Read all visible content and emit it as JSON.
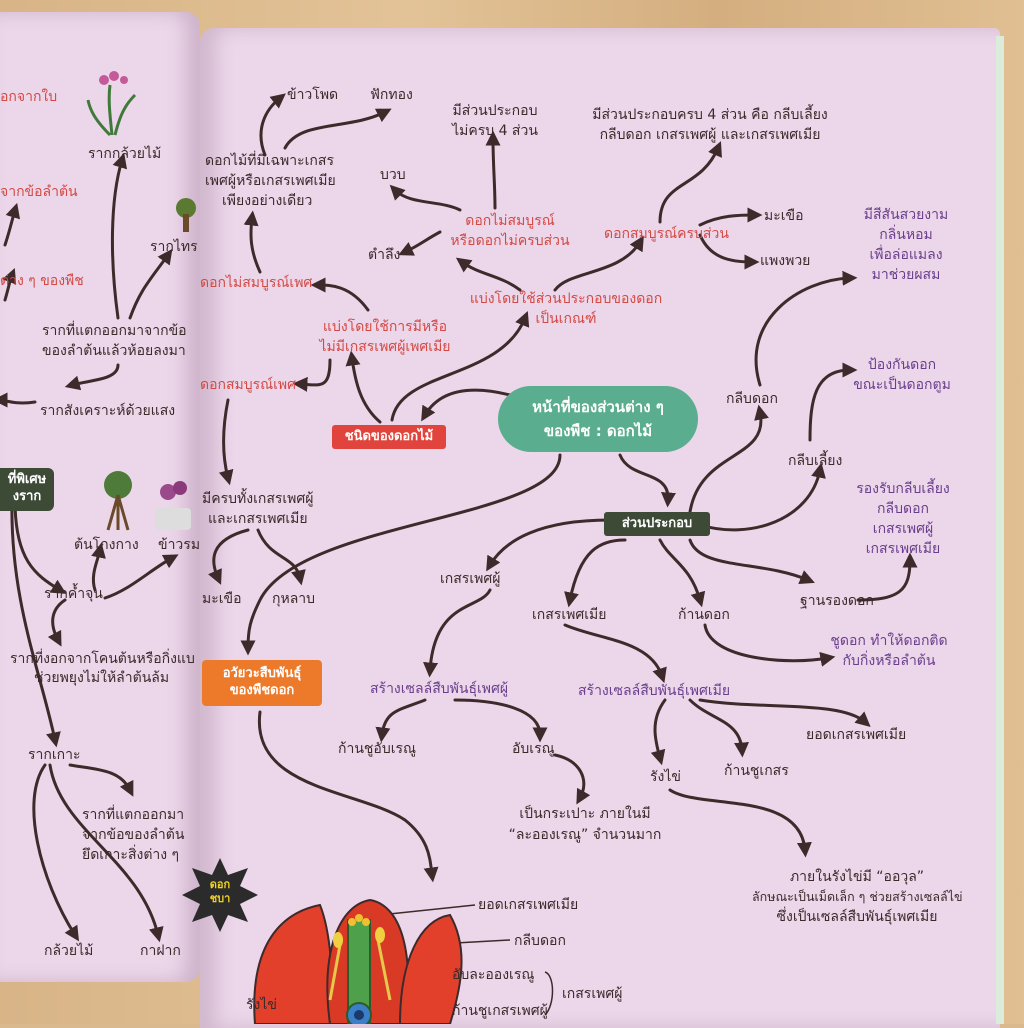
{
  "left": {
    "l0": "อกจากใบ",
    "l1": "รากกล้วยไม้",
    "l2": "จากข้อลำต้น",
    "l3": "รากไทร",
    "l4": "ต่าง ๆ ของพืช",
    "l5a": "รากที่แตกออกมาจากข้อ",
    "l5b": "ของลำต้นแล้วห้อยลงมา",
    "l6": "รากสังเคราะห์ด้วยแสง",
    "box_a": "ที่พิเศษ",
    "box_b": "งราก",
    "l7": "ต้นโกงกาง",
    "l8": "ข้าวรม",
    "l9": "รากค้ำจุน",
    "l10a": "รากที่งอกจากโคนต้นหรือกิ่งแบ",
    "l10b": "ช่วยพยุงไม่ให้ลำต้นล้ม",
    "l11": "รากเกาะ",
    "l12a": "รากที่แตกออกมา",
    "l12b": "จากข้อของลำต้น",
    "l12c": "ยึดเกาะสิ่งต่าง ๆ",
    "l13": "กล้วยไม้",
    "l14": "กาฝาก"
  },
  "center": {
    "line1": "หน้าที่ของส่วนต่าง ๆ",
    "line2": "ของพืช : ดอกไม้"
  },
  "types": {
    "label": "ชนิดของดอกไม้",
    "by_sex_a": "แบ่งโดยใช้การมีหรือ",
    "by_sex_b": "ไม่มีเกสรเพศผู้เพศเมีย",
    "incomplete_sex": "ดอกไม่สมบูรณ์เพศ",
    "unisex_a": "ดอกไม้ที่มีเฉพาะเกสร",
    "unisex_b": "เพศผู้หรือเกสรเพศเมีย",
    "unisex_c": "เพียงอย่างเดียว",
    "corn": "ข้าวโพด",
    "pumpkin": "ฟักทอง",
    "complete_sex": "ดอกสมบูรณ์เพศ",
    "both_a": "มีครบทั้งเกสรเพศผู้",
    "both_b": "และเกสรเพศเมีย",
    "eggplant1": "มะเขือ",
    "rose": "กุหลาบ",
    "by_parts_a": "แบ่งโดยใช้ส่วนประกอบของดอก",
    "by_parts_b": "เป็นเกณฑ์",
    "incomplete_a": "ดอกไม่สมบูรณ์",
    "incomplete_b": "หรือดอกไม่ครบส่วน",
    "missing_a": "มีส่วนประกอบ",
    "missing_b": "ไม่ครบ 4 ส่วน",
    "gourd": "บวบ",
    "cucumber": "ตำลึง",
    "complete": "ดอกสมบูรณ์ครบส่วน",
    "full_a": "มีส่วนประกอบครบ 4 ส่วน คือ กลีบเลี้ยง",
    "full_b": "กลีบดอก เกสรเพศผู้ และเกสรเพศเมีย",
    "eggplant2": "มะเขือ",
    "papaya": "แพงพวย"
  },
  "parts": {
    "label": "ส่วนประกอบ",
    "petal": "กลีบดอก",
    "petal_fn_a": "มีสีสันสวยงาม",
    "petal_fn_b": "กลิ่นหอม",
    "petal_fn_c": "เพื่อล่อแมลง",
    "petal_fn_d": "มาช่วยผสม",
    "sepal": "กลีบเลี้ยง",
    "sepal_fn_a": "ป้องกันดอก",
    "sepal_fn_b": "ขณะเป็นดอกตูม",
    "receptacle_fn_a": "รองรับกลีบเลี้ยง",
    "receptacle_fn_b": "กลีบดอก",
    "receptacle_fn_c": "เกสรเพศผู้",
    "receptacle_fn_d": "เกสรเพศเมีย",
    "stamen": "เกสรเพศผู้",
    "pistil": "เกสรเพศเมีย",
    "pedicel": "ก้านดอก",
    "receptacle": "ฐานรองดอก",
    "pedicel_fn_a": "ชูดอก ทำให้ดอกติด",
    "pedicel_fn_b": "กับกิ่งหรือลำต้น",
    "male_cell": "สร้างเซลล์สืบพันธุ์เพศผู้",
    "female_cell": "สร้างเซลล์สืบพันธุ์เพศเมีย",
    "filament": "ก้านชูอับเรณู",
    "anther": "อับเรณู",
    "anther_fn_a": "เป็นกระเปาะ ภายในมี",
    "anther_fn_b": "“ละอองเรณู” จำนวนมาก",
    "stigma": "ยอดเกสรเพศเมีย",
    "style": "ก้านชูเกสร",
    "ovary": "รังไข่",
    "ovary_fn_a": "ภายในรังไข่มี “ออวุล”",
    "ovary_fn_b": "ลักษณะเป็นเม็ดเล็ก ๆ ช่วยสร้างเซลล์ไข่",
    "ovary_fn_c": "ซึ่งเป็นเซลล์สืบพันธุ์เพศเมีย"
  },
  "repro": {
    "box_a": "อวัยวะสืบพันธุ์",
    "box_b": "ของพืชดอก",
    "burst_a": "ดอก",
    "burst_b": "ชบา"
  },
  "diagram": {
    "stigma": "ยอดเกสรเพศเมีย",
    "petal": "กลีบดอก",
    "pollen": "อับละอองเรณู",
    "filament": "ก้านชูเกสรเพศผู้",
    "stamen": "เกสรเพศผู้",
    "ovary": "รังไข่"
  },
  "colors": {
    "page": "#ecd6ea",
    "red": "#d34a44",
    "purple": "#6a3e8c",
    "teal_box": "#5aad8e",
    "green_box": "#3c4a36",
    "orange_box": "#ec7a2a",
    "red_box": "#e0443c"
  }
}
